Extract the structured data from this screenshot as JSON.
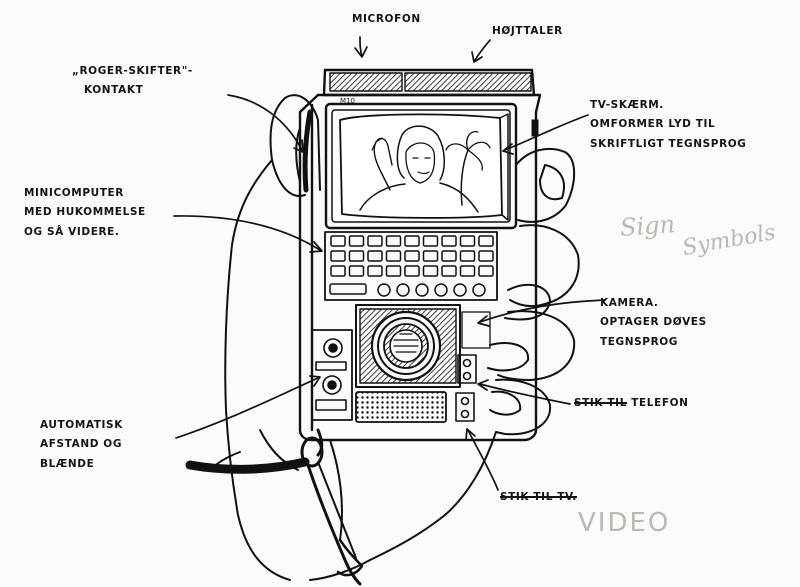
{
  "labels": {
    "microfon": "MICROFON",
    "hojttaler": "HØJTTALER",
    "roger_line1": "„ROGER-SKIFTER\"-",
    "roger_line2": "KONTAKT",
    "tv_line1": "TV-SKÆRM.",
    "tv_line2": "OMFORMER LYD TIL",
    "tv_line3": "SKRIFTLIGT TEGNSPROG",
    "mini_line1": "MINICOMPUTER",
    "mini_line2": "MED HUKOMMELSE",
    "mini_line3": "OG SÅ VIDERE.",
    "kamera_line1": "KAMERA.",
    "kamera_line2": "OPTAGER DØVES",
    "kamera_line3": "TEGNSPROG",
    "stik_telefon_struck": "STIK TIL",
    "stik_telefon_rest": "TELEFON",
    "auto_line1": "AUTOMATISK",
    "auto_line2": "AFSTAND OG",
    "auto_line3": "BLÆNDE",
    "stik_tv": "STIK TIL TV."
  },
  "device_marking": "M10",
  "pencil_notes": {
    "sign_line1": "Sign",
    "sign_line2": "Symbols",
    "video": "VIDEO"
  }
}
